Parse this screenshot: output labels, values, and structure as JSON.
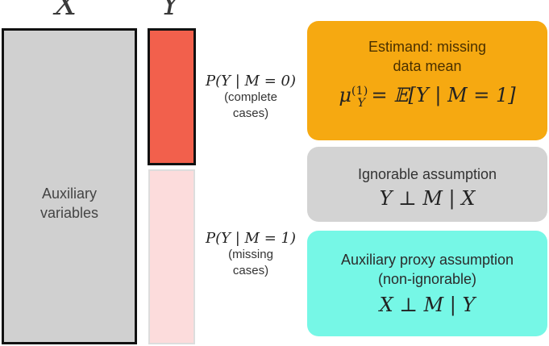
{
  "columns": {
    "x_label": "X",
    "y_label": "Y"
  },
  "auxiliary_box": {
    "label": "Auxiliary\nvariables"
  },
  "observed_label": {
    "formula": "P(Y | M = 0)",
    "note": "(complete\ncases)"
  },
  "missing_label": {
    "formula": "P(Y | M = 1)",
    "note": "(missing\ncases)"
  },
  "cards": {
    "estimand": {
      "title": "Estimand: missing\ndata mean",
      "formula_rhs": "= 𝔼[Y | M = 1]"
    },
    "ignorable": {
      "title": "Ignorable assumption",
      "formula": "Y ⊥ M | X"
    },
    "proxy": {
      "title": "Auxiliary proxy assumption\n(non-ignorable)",
      "formula": "X ⊥ M | Y"
    }
  },
  "colors": {
    "auxiliary": "#d0d0d0",
    "observed": "#f2604c",
    "missing": "#fcdcdc",
    "estimand_card": "#f6a911",
    "ignorable_card": "#d3d3d3",
    "proxy_card": "#76f7e6"
  }
}
